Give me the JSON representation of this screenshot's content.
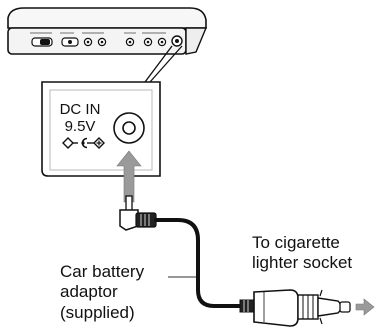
{
  "panel": {
    "dc_in_line1": "DC IN",
    "dc_in_line2": "9.5V"
  },
  "callouts": {
    "cigarette_line1": "To cigarette",
    "cigarette_line2": "lighter socket",
    "adaptor_line1": "Car battery",
    "adaptor_line2": "adaptor",
    "adaptor_line3": "(supplied)"
  },
  "icons": [
    "polarity-symbol-icon",
    "connect-arrow-icon",
    "output-arrow-icon"
  ],
  "colors": {
    "line": "#111111",
    "panel_fill": "#ffffff",
    "player_fill": "#f4f4f4",
    "arrow_fill": "#9a9a9a",
    "cable": "#111111"
  }
}
